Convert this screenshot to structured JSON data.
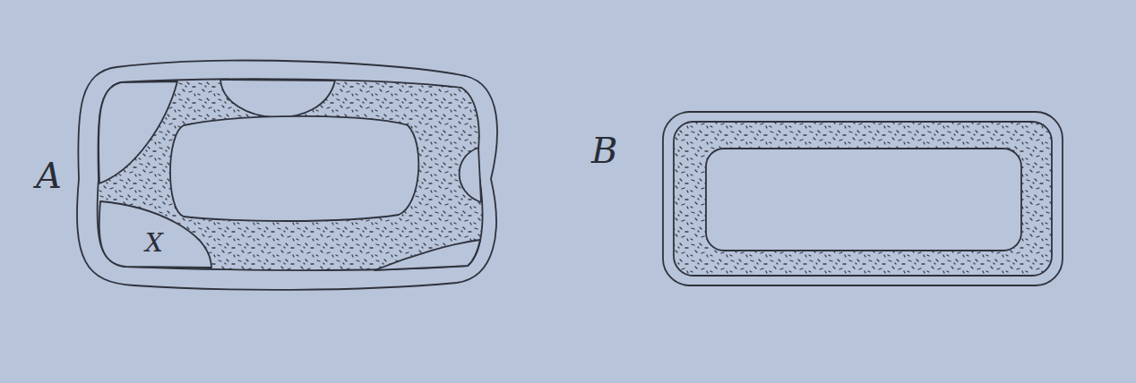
{
  "diagram": {
    "labels": [
      "A",
      "B",
      "X"
    ]
  }
}
